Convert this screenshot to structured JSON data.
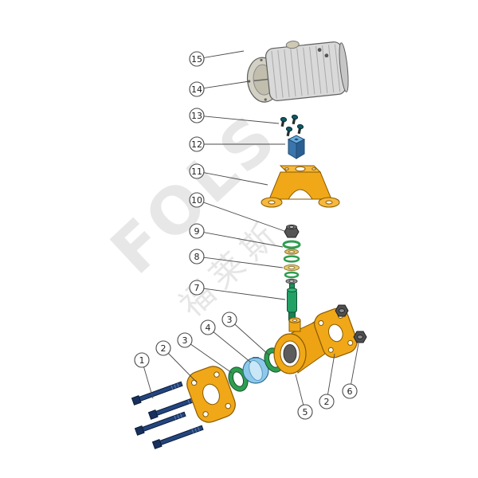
{
  "watermark": {
    "primary": "FOLS",
    "secondary": "福莱斯",
    "color": "#d4d4d4"
  },
  "callouts": [
    {
      "label": "1",
      "part": "flange-bolts"
    },
    {
      "label": "2",
      "part": "end-flange-left"
    },
    {
      "label": "3",
      "part": "seat-ring-left"
    },
    {
      "label": "4",
      "part": "ball"
    },
    {
      "label": "3",
      "part": "seat-ring-right"
    },
    {
      "label": "5",
      "part": "valve-body"
    },
    {
      "label": "2",
      "part": "end-flange-right"
    },
    {
      "label": "6",
      "part": "hex-nuts"
    },
    {
      "label": "7",
      "part": "valve-stem"
    },
    {
      "label": "8",
      "part": "o-ring-set"
    },
    {
      "label": "9",
      "part": "washer-set"
    },
    {
      "label": "10",
      "part": "stem-nut"
    },
    {
      "label": "11",
      "part": "mounting-bracket"
    },
    {
      "label": "12",
      "part": "drive-adapter"
    },
    {
      "label": "13",
      "part": "bracket-screws"
    },
    {
      "label": "14",
      "part": "actuator-body"
    },
    {
      "label": "15",
      "part": "actuator-end-cap"
    }
  ],
  "colors": {
    "part_yellow": "#f0a818",
    "part_yellow_light": "#f6b93d",
    "adapter_blue": "#3a76ac",
    "ball_blue": "#8ec9ea",
    "seal_green": "#2e9e4f",
    "stem_green": "#22a065",
    "bolt_navy": "#24457e",
    "metal_gray": "#d9d9d9",
    "hardware_dark": "#4f4f4f",
    "outline_brown": "#8a5a00",
    "callout_ink": "#4a4a4a"
  }
}
